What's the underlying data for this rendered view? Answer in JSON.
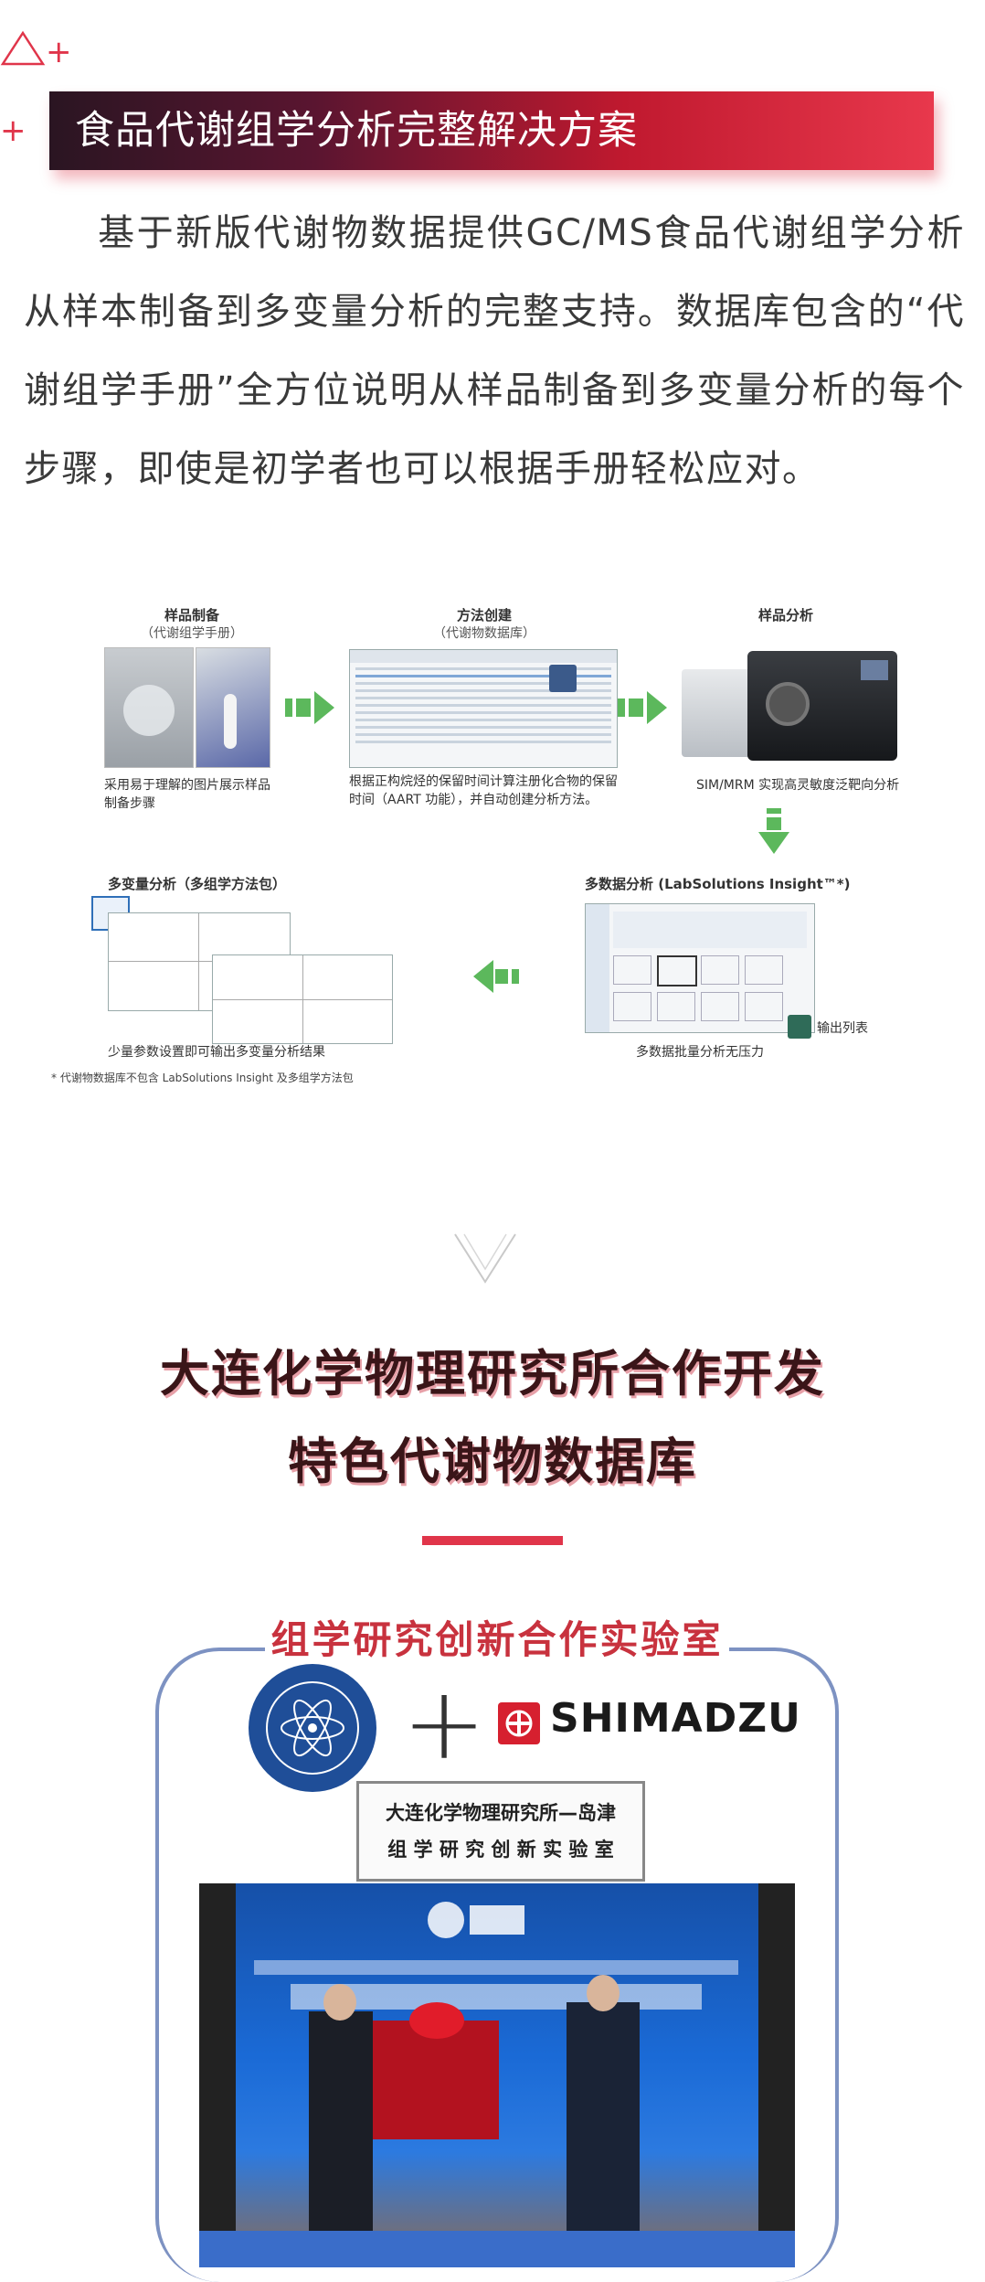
{
  "header": {
    "title": "食品代谢组学分析完整解决方案"
  },
  "intro": {
    "paragraph": "基于新版代谢物数据提供GC/MS食品代谢组学分析从样本制备到多变量分析的完整支持。数据库包含的“代谢组学手册”全方位说明从样品制备到多变量分析的每个步骤，即使是初学者也可以根据手册轻松应对。"
  },
  "workflow": {
    "step1_title": "样品制备",
    "step1_sub": "（代谢组学手册）",
    "step1_desc_line1": "采用易于理解的图片展示样品",
    "step1_desc_line2": "制备步骤",
    "step2_title": "方法创建",
    "step2_sub": "（代谢物数据库）",
    "step2_desc_line1": "根据正构烷烃的保留时间计算注册化合物的保留",
    "step2_desc_line2": "时间（AART 功能），并自动创建分析方法。",
    "step3_title": "样品分析",
    "step3_desc": "SIM/MRM 实现高灵敏度泛靶向分析",
    "step4_title": "多数据分析 (LabSolutions Insight™*)",
    "step4_desc": "多数据批量分析无压力",
    "step4_badge": "输出列表",
    "step5_title": "多变量分析（多组学方法包）",
    "step5_desc": "少量参数设置即可输出多变量分析结果",
    "footnote": "* 代谢物数据库不包含 LabSolutions Insight 及多组学方法包"
  },
  "section2": {
    "heading_line1": "大连化学物理研究所合作开发",
    "heading_line2": "特色代谢物数据库"
  },
  "lab": {
    "frame_title": "组学研究创新合作实验室",
    "plus": "+",
    "shimadzu": "SHIMADZU",
    "plaque_line1": "大连化学物理研究所—岛津",
    "plaque_line2": "组 学 研 究 创 新 实 验 室"
  },
  "colors": {
    "accent_red": "#e0354a",
    "arrow_green": "#5cb85c",
    "frame_blue": "#7d92c2"
  }
}
